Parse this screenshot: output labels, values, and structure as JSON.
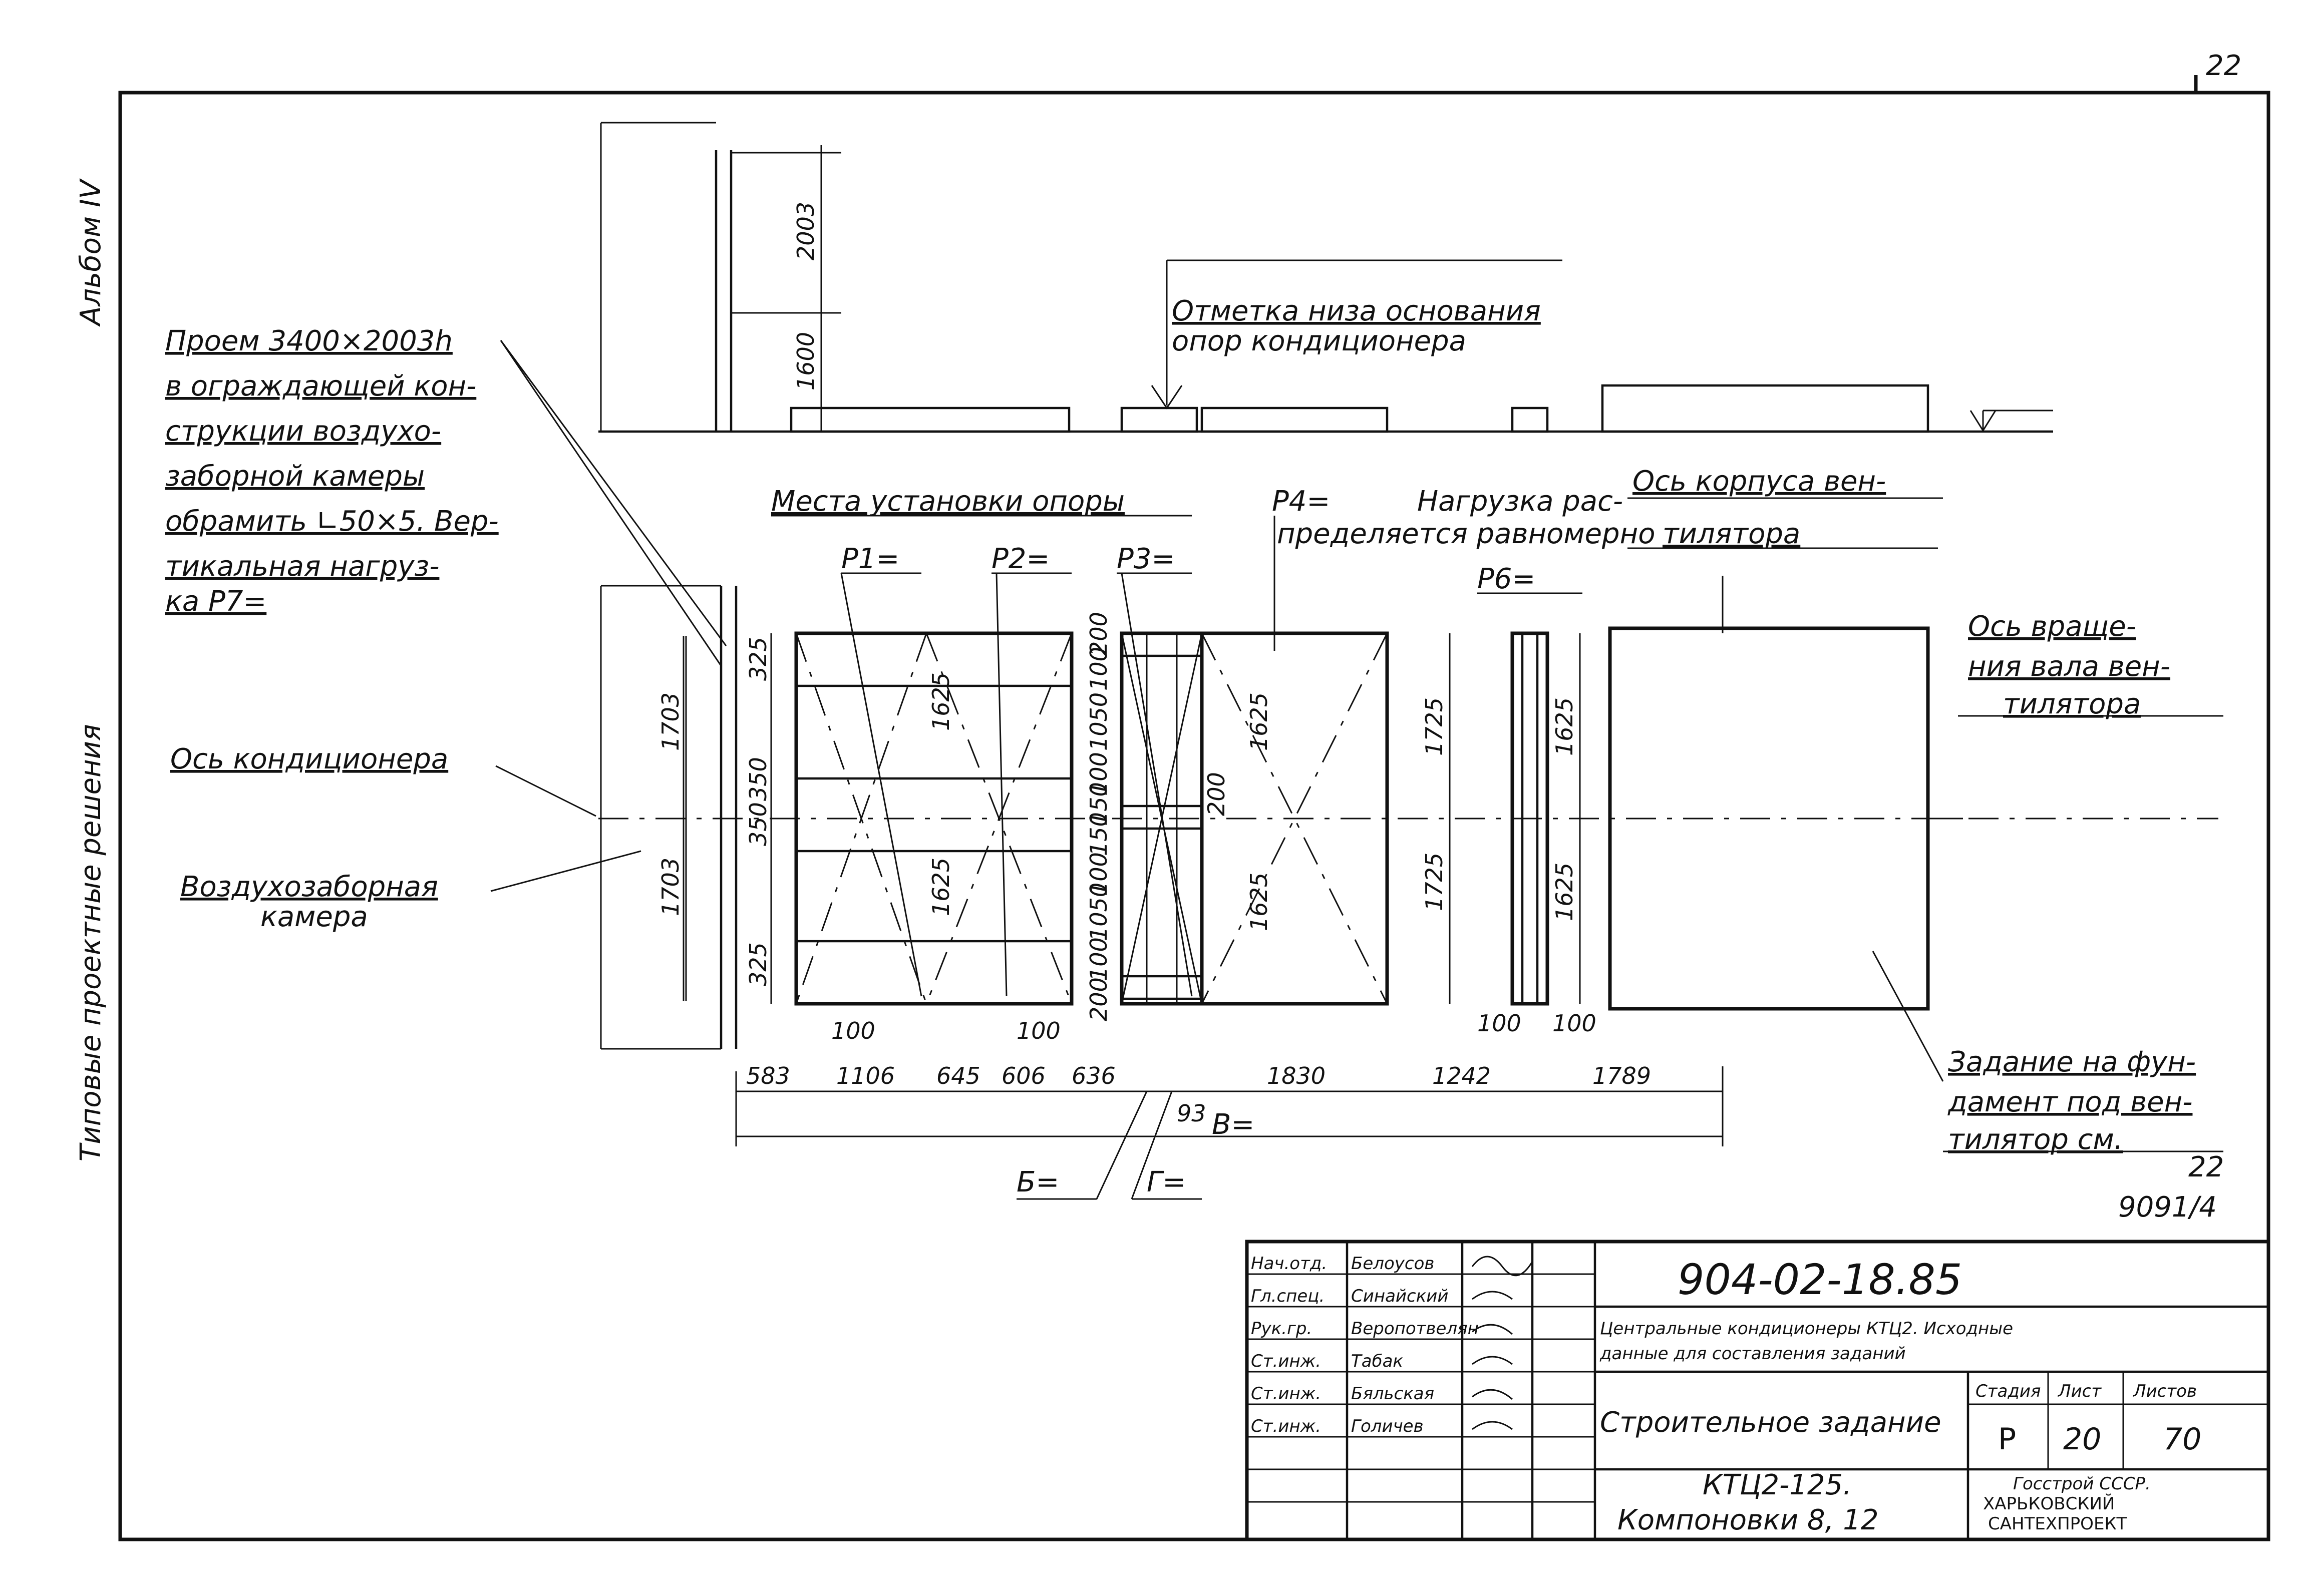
{
  "page_number": "22",
  "side_labels": {
    "album": "Альбом IV",
    "series": "Типовые проектные решения"
  },
  "elevation": {
    "dim_2003": "2003",
    "dim_1600": "1600",
    "mark_label_1": "Отметка низа основания",
    "mark_label_2": "опор кондиционера"
  },
  "notes": {
    "opening": [
      "Проем 3400×2003h",
      "в ограждающей кон-",
      "струкции воздухо-",
      "заборной камеры",
      "обрамить ∟50×5. Вер-",
      "тикальная нагруз-",
      "ка P7="
    ],
    "axis_conditioner": "Ось кондиционера",
    "intake_1": "Воздухозаборная",
    "intake_2": "камера",
    "support_places": "Места установки опоры",
    "p1": "P1=",
    "p2": "P2=",
    "p3": "P3=",
    "p4": "P4=",
    "p6": "P6=",
    "load_1": "Нагрузка рас-",
    "load_2": "пределяется равномерно",
    "fan_axis_1": "Ось корпуса вен-",
    "fan_axis_2": "тилятора",
    "shaft_axis": [
      "Ось враще-",
      "ния вала вен-",
      "тилятора"
    ],
    "foundation": [
      "Задание на фун-",
      "дамент под вен-",
      "тилятор см."
    ],
    "ref_top": "22",
    "ref_bottom": "9091/4",
    "b_label": "Б=",
    "g_label": "Г=",
    "v_label": "В="
  },
  "plan_dims": {
    "left_1703_top": "1703",
    "left_1703_bot": "1703",
    "d325_top": "325",
    "d350_a": "350",
    "d350_b": "350",
    "d325_bot": "325",
    "d1625_a": "1625",
    "d1625_b": "1625",
    "d100_a": "100",
    "d100_b": "100",
    "d200_top": "200",
    "d100_c": "100",
    "d1050_a": "1050",
    "d100_d": "100",
    "d200_mid": "200",
    "d150": "150",
    "d150b": "150",
    "d100_e": "100",
    "d1050_b": "1050",
    "d100_f": "100",
    "d200_bot": "200",
    "d1625_c": "1625",
    "d1625_d": "1625",
    "d1725_a": "1725",
    "d1725_b": "1725",
    "d1625_e": "1625",
    "d1625_f": "1625",
    "d100_g": "100",
    "d100_h": "100"
  },
  "bottom_dims": [
    "583",
    "1106",
    "645",
    "606",
    "636",
    "1830",
    "1242",
    "1789"
  ],
  "dim_93": "93",
  "title_block": {
    "roles": [
      "Нач.отд.",
      "Гл.спец.",
      "Рук.гр.",
      "Ст.инж.",
      "Ст.инж.",
      "Ст.инж."
    ],
    "names": [
      "Белоусов",
      "Синайский",
      "Веропотвелян",
      "Табак",
      "Бяльская",
      "Голичев"
    ],
    "doc_code": "904-02-18.85",
    "desc_1": "Центральные кондиционеры КТЦ2. Исходные",
    "desc_2": "данные для составления заданий",
    "sheet_name": "Строительное задание",
    "stage_h": "Стадия",
    "sheet_h": "Лист",
    "sheets_h": "Листов",
    "stage": "Р",
    "sheet": "20",
    "sheets": "70",
    "model_1": "КТЦ2-125.",
    "model_2": "Компоновки 8, 12",
    "org_1": "Госстрой СССР.",
    "org_2": "ХАРЬКОВСКИЙ",
    "org_3": "САНТЕХПРОЕКТ"
  }
}
